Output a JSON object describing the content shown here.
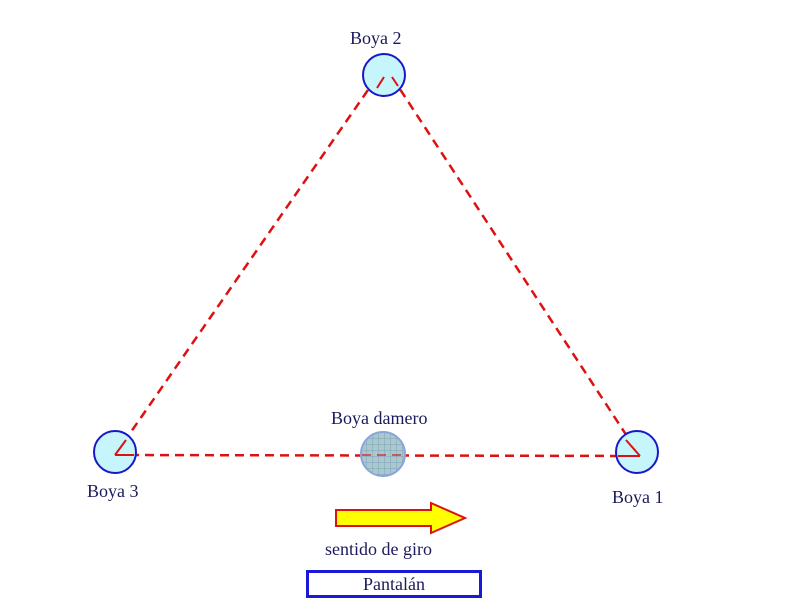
{
  "buoys": {
    "boya1": {
      "label": "Boya 1"
    },
    "boya2": {
      "label": "Boya 2"
    },
    "boya3": {
      "label": "Boya 3"
    },
    "damero": {
      "label": "Boya damero"
    }
  },
  "direction": {
    "label": "sentido de giro"
  },
  "pantalan": {
    "label": "Pantalán"
  },
  "colors": {
    "course_line": "#dd1111",
    "buoy_fill": "#c6f6fb",
    "buoy_stroke": "#1818c8",
    "damero_fill": "#a8c8d8",
    "arrow_fill": "#ffff00",
    "arrow_stroke": "#dd1111",
    "label_text": "#1a1a5c",
    "pantalan_border": "#1a1ad6"
  }
}
